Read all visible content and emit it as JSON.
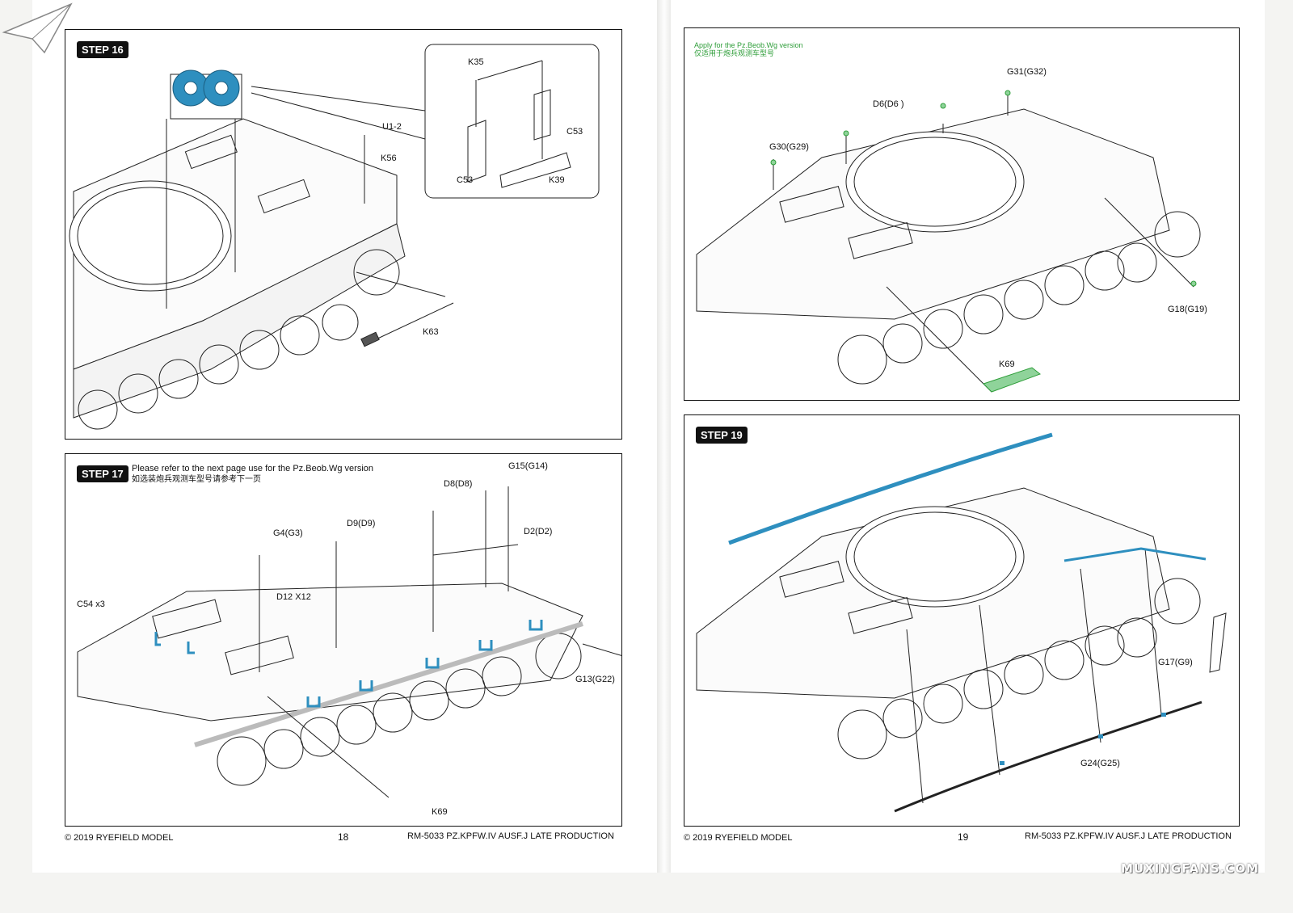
{
  "left_page": {
    "step16": {
      "label": "STEP 16",
      "parts": {
        "k35": "K35",
        "c53a": "C53",
        "c53b": "C53",
        "k39": "K39",
        "u12": "U1-2",
        "k56": "K56",
        "k63": "K63"
      }
    },
    "step17": {
      "label": "STEP 17",
      "note_en": "Please refer to the next page use for the Pz.Beob.Wg version",
      "note_cn": "如选装炮兵观测车型号请参考下一页",
      "parts": {
        "g15": "G15(G14)",
        "d8": "D8(D8)",
        "d2": "D2(D2)",
        "d9": "D9(D9)",
        "g4": "G4(G3)",
        "d12": "D12 X12",
        "c54": "C54 x3",
        "g13": "G13(G22)",
        "k69": "K69"
      }
    },
    "footer": {
      "copyright": "© 2019 RYEFIELD MODEL",
      "page": "18",
      "product": "RM-5033 PZ.KPFW.IV AUSF.J LATE PRODUCTION"
    }
  },
  "right_page": {
    "step18": {
      "note_en": "Apply for the Pz.Beob.Wg version",
      "note_cn": "仅适用于炮兵观测车型号",
      "parts": {
        "g31": "G31(G32)",
        "d6": "D6(D6 )",
        "g30": "G30(G29)",
        "g18": "G18(G19)",
        "k69": "K69"
      }
    },
    "step19": {
      "label": "STEP 19",
      "parts": {
        "g17": "G17(G9)",
        "g24": "G24(G25)"
      }
    },
    "footer": {
      "copyright": "© 2019 RYEFIELD MODEL",
      "page": "19",
      "product": "RM-5033 PZ.KPFW.IV AUSF.J LATE PRODUCTION"
    }
  },
  "watermark": "MUXINGFANS.COM",
  "colors": {
    "highlight": "#2e8fbf",
    "green_note": "#2f9e3a",
    "line": "#222222"
  }
}
